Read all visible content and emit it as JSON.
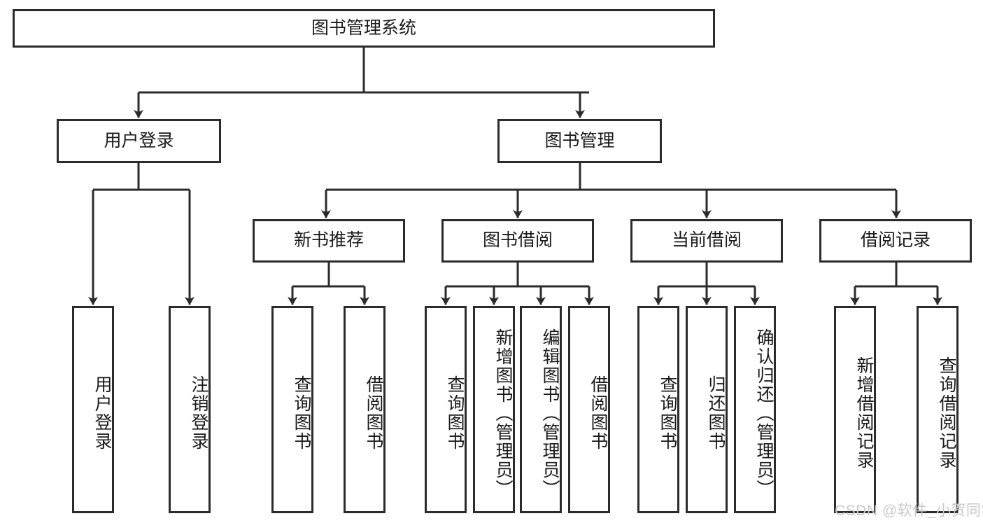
{
  "diagram": {
    "title": "图书管理系统",
    "type": "tree",
    "watermark": "CSDN @软件_小贺同学",
    "colors": {
      "border": "#2b2b2b",
      "background": "#ffffff",
      "text": "#1a1a1a",
      "edge": "#2b2b2b",
      "watermark": "#c9c9c9"
    },
    "nodes": {
      "root": {
        "label": "图书管理系统",
        "level": 1
      },
      "l2_user_login": {
        "label": "用户登录",
        "level": 2
      },
      "l2_book_manage": {
        "label": "图书管理",
        "level": 2
      },
      "l3_new_book_rec": {
        "label": "新书推荐",
        "level": 3
      },
      "l3_book_borrow": {
        "label": "图书借阅",
        "level": 3
      },
      "l3_current_borrow": {
        "label": "当前借阅",
        "level": 3
      },
      "l3_borrow_record": {
        "label": "借阅记录",
        "level": 3
      },
      "l4_user_login": {
        "label": "用户登录",
        "level": 4
      },
      "l4_logout_login": {
        "label": "注销登录",
        "level": 4
      },
      "l4_query_book_a": {
        "label": "查询图书",
        "level": 4
      },
      "l4_borrow_book_a": {
        "label": "借阅图书",
        "level": 4
      },
      "l4_query_book_b": {
        "label": "查询图书",
        "level": 4
      },
      "l4_add_book": {
        "label": "新增图书（管理员）",
        "level": 4
      },
      "l4_edit_book": {
        "label": "编辑图书（管理员）",
        "level": 4
      },
      "l4_borrow_book_b": {
        "label": "借阅图书",
        "level": 4
      },
      "l4_query_book_c": {
        "label": "查询图书",
        "level": 4
      },
      "l4_return_book": {
        "label": "归还图书",
        "level": 4
      },
      "l4_confirm_return": {
        "label": "确认归还（管理员）",
        "level": 4
      },
      "l4_add_record": {
        "label": "新增借阅记录",
        "level": 4
      },
      "l4_query_record": {
        "label": "查询借阅记录",
        "level": 4
      }
    },
    "edges": [
      {
        "from": "root",
        "to": "l2_user_login"
      },
      {
        "from": "root",
        "to": "l2_book_manage"
      },
      {
        "from": "l2_user_login",
        "to": "l4_user_login"
      },
      {
        "from": "l2_user_login",
        "to": "l4_logout_login"
      },
      {
        "from": "l2_book_manage",
        "to": "l3_new_book_rec"
      },
      {
        "from": "l2_book_manage",
        "to": "l3_book_borrow"
      },
      {
        "from": "l2_book_manage",
        "to": "l3_current_borrow"
      },
      {
        "from": "l2_book_manage",
        "to": "l3_borrow_record"
      },
      {
        "from": "l3_new_book_rec",
        "to": "l4_query_book_a"
      },
      {
        "from": "l3_new_book_rec",
        "to": "l4_borrow_book_a"
      },
      {
        "from": "l3_book_borrow",
        "to": "l4_query_book_b"
      },
      {
        "from": "l3_book_borrow",
        "to": "l4_add_book"
      },
      {
        "from": "l3_book_borrow",
        "to": "l4_edit_book"
      },
      {
        "from": "l3_book_borrow",
        "to": "l4_borrow_book_b"
      },
      {
        "from": "l3_current_borrow",
        "to": "l4_query_book_c"
      },
      {
        "from": "l3_current_borrow",
        "to": "l4_return_book"
      },
      {
        "from": "l3_current_borrow",
        "to": "l4_confirm_return"
      },
      {
        "from": "l3_borrow_record",
        "to": "l4_add_record"
      },
      {
        "from": "l3_borrow_record",
        "to": "l4_query_record"
      }
    ]
  }
}
